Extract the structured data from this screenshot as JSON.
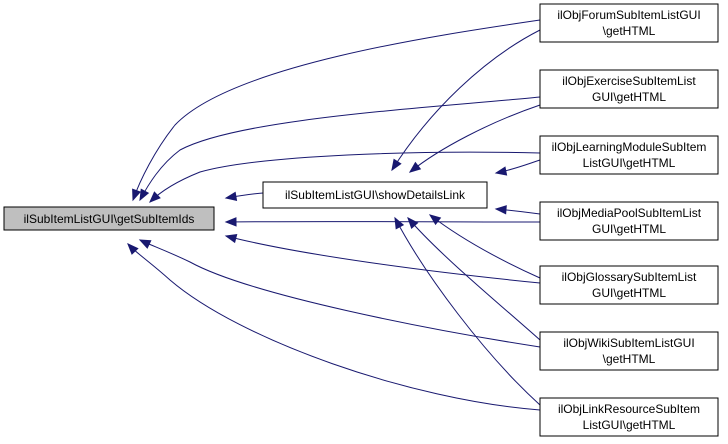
{
  "colors": {
    "focus_fill": "#bfbfbf",
    "node_fill": "#ffffff",
    "node_border": "#000000",
    "edge": "#191970"
  },
  "nodes": {
    "root": {
      "lines": [
        "ilSubItemListGUI\\getSubItemIds"
      ]
    },
    "show": {
      "lines": [
        "ilSubItemListGUI\\showDetailsLink"
      ]
    },
    "forum": {
      "lines": [
        "ilObjForumSubItemListGUI",
        "\\getHTML"
      ]
    },
    "exercise": {
      "lines": [
        "ilObjExerciseSubItemList",
        "GUI\\getHTML"
      ]
    },
    "lm": {
      "lines": [
        "ilObjLearningModuleSubItem",
        "ListGUI\\getHTML"
      ]
    },
    "mp": {
      "lines": [
        "ilObjMediaPoolSubItemList",
        "GUI\\getHTML"
      ]
    },
    "glossary": {
      "lines": [
        "ilObjGlossarySubItemList",
        "GUI\\getHTML"
      ]
    },
    "wiki": {
      "lines": [
        "ilObjWikiSubItemListGUI",
        "\\getHTML"
      ]
    },
    "link": {
      "lines": [
        "ilObjLinkResourceSubItem",
        "ListGUI\\getHTML"
      ]
    }
  },
  "edges": [
    {
      "from": "forum",
      "to": "root"
    },
    {
      "from": "exercise",
      "to": "root"
    },
    {
      "from": "lm",
      "to": "root"
    },
    {
      "from": "show",
      "to": "root"
    },
    {
      "from": "mp",
      "to": "root"
    },
    {
      "from": "glossary",
      "to": "root"
    },
    {
      "from": "wiki",
      "to": "root"
    },
    {
      "from": "link",
      "to": "root"
    },
    {
      "from": "forum",
      "to": "show"
    },
    {
      "from": "exercise",
      "to": "show"
    },
    {
      "from": "lm",
      "to": "show"
    },
    {
      "from": "mp",
      "to": "show"
    },
    {
      "from": "glossary",
      "to": "show"
    },
    {
      "from": "wiki",
      "to": "show"
    },
    {
      "from": "link",
      "to": "show"
    }
  ]
}
